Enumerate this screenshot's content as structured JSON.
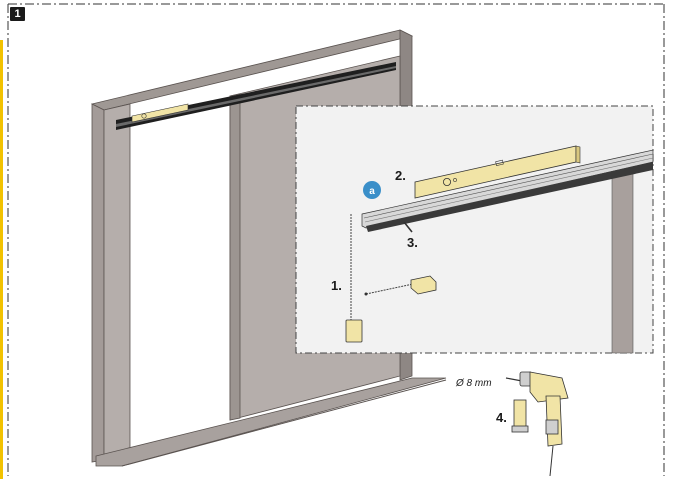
{
  "step_number": "1",
  "callout_letter": "a",
  "labels": {
    "marker": "1.",
    "level": "2.",
    "rail": "3.",
    "drill": "4."
  },
  "drill_size": "Ø 8 mm",
  "colors": {
    "wall": "#b5aeab",
    "wall_dark": "#8e8784",
    "wall_top": "#9f9894",
    "inset_bg": "#f2f2f2",
    "level_fill": "#f1e4a6",
    "badge_blue": "#3a8fc9",
    "frame_yellow": "#f2c200"
  }
}
